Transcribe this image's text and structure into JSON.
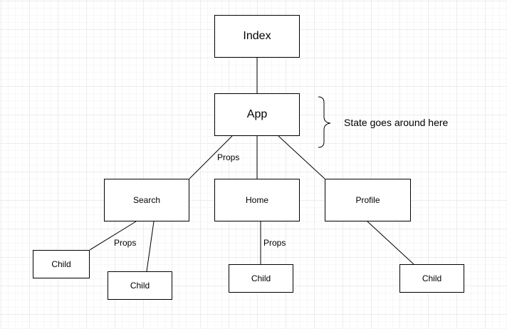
{
  "nodes": {
    "index": "Index",
    "app": "App",
    "search": "Search",
    "home": "Home",
    "profile": "Profile",
    "child_search_1": "Child",
    "child_search_2": "Child",
    "child_home": "Child",
    "child_profile": "Child"
  },
  "labels": {
    "props_app": "Props",
    "props_search": "Props",
    "props_home": "Props"
  },
  "annotation": "State goes around here",
  "colors": {
    "stroke": "#000000",
    "background": "#ffffff",
    "grid": "#ececec"
  }
}
